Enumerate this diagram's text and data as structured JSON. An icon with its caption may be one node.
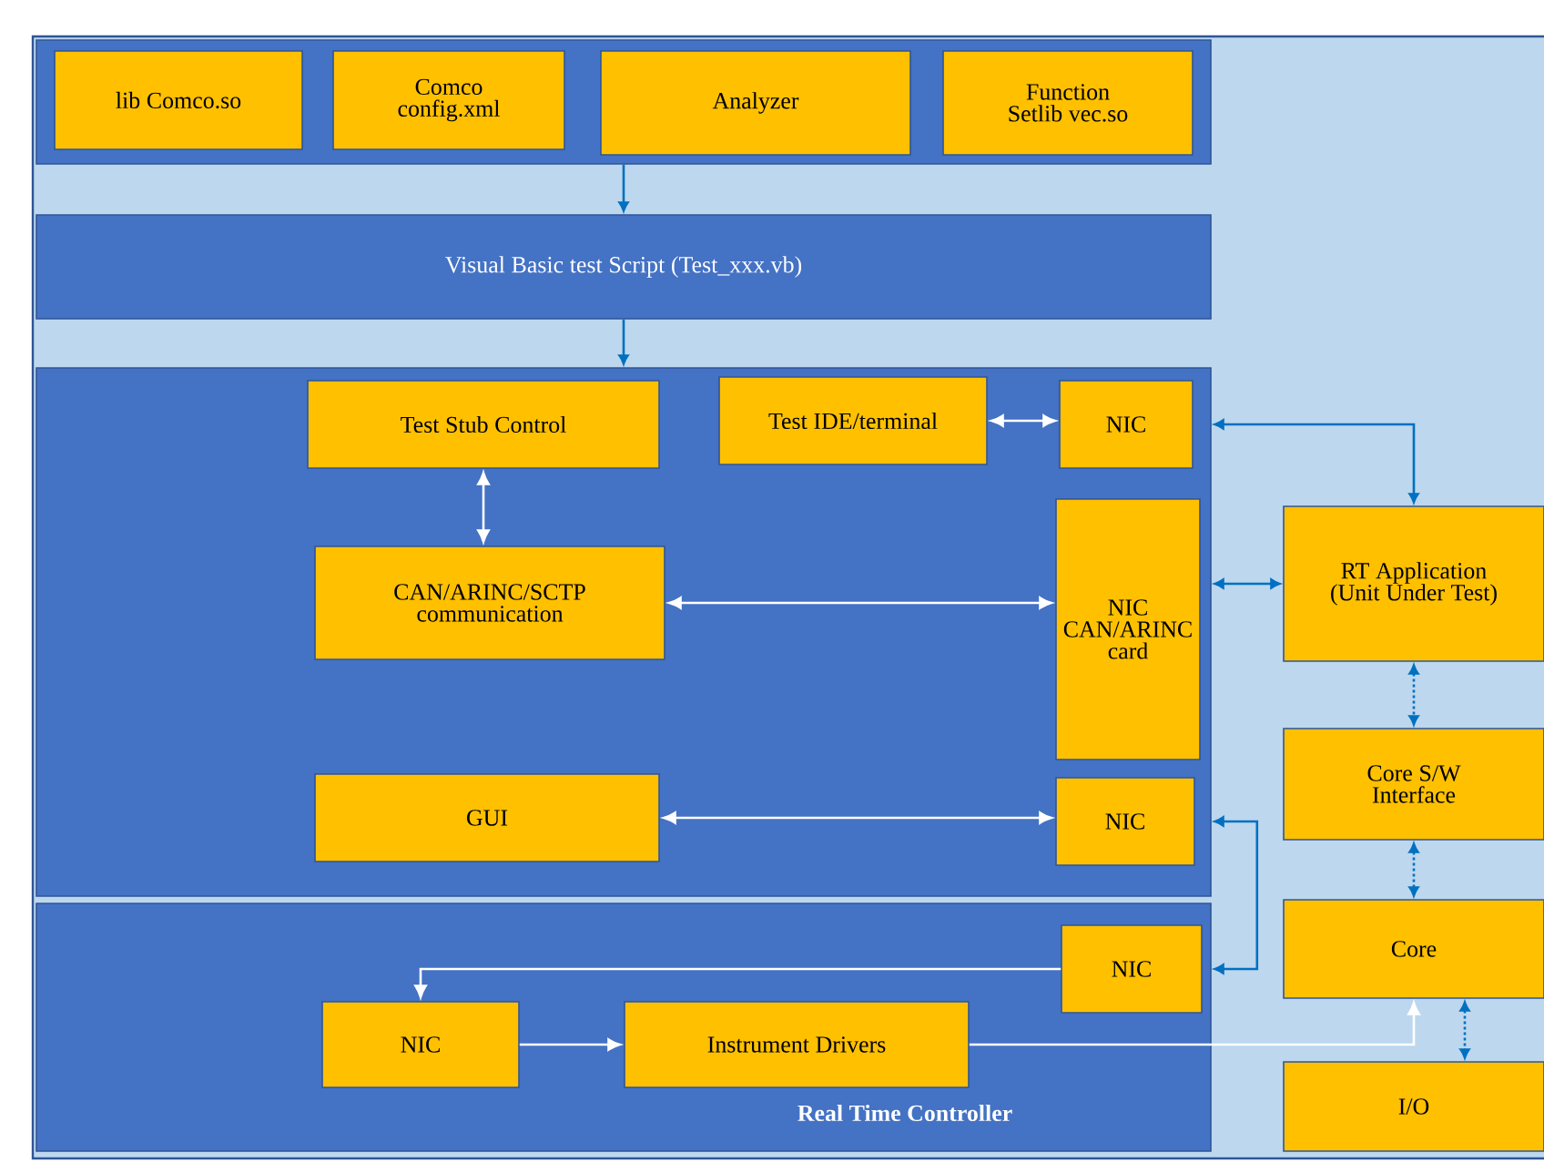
{
  "diagram": {
    "nodes": [
      {
        "text": [],
        "shape": "box"
      },
      {
        "text": [
          "lib Comco.so"
        ],
        "in": 0
      },
      {
        "text": [
          "Comco config.xml"
        ],
        "in": 0
      },
      {
        "text": [
          "Analyzer"
        ],
        "in": 0
      },
      {
        "text": [
          "Function Setlib vec.so"
        ],
        "in": 0
      },
      {
        "text": [
          "Visual Basic test Script (Test_xxx.vb)"
        ]
      },
      {
        "text": [],
        "shape": "box"
      },
      {
        "text": [
          "Test Stub Control"
        ],
        "in": 6
      },
      {
        "text": [
          "Test IDE/terminal"
        ],
        "in": 6
      },
      {
        "text": [
          "NIC"
        ],
        "in": 6
      },
      {
        "text": [
          "CAN/ARINC/SCTP communication"
        ],
        "in": 6
      },
      {
        "text": [
          "NIC CAN/ARINC card"
        ],
        "in": 6
      },
      {
        "text": [
          "GUI"
        ],
        "in": 6
      },
      {
        "text": [
          "NIC"
        ],
        "in": 6
      },
      {
        "text": [
          "Real Time Controller"
        ]
      },
      {
        "text": [
          "NIC"
        ],
        "in": 14
      },
      {
        "text": [
          "NIC"
        ],
        "in": 14
      },
      {
        "text": [
          "Instrument Drivers"
        ],
        "in": 14
      },
      {
        "text": [
          "RT Application (Unit Under Test)"
        ]
      },
      {
        "text": [
          "Core S/W Interface"
        ]
      },
      {
        "text": [
          "Core"
        ]
      },
      {
        "text": [
          "I/O"
        ]
      }
    ],
    "edges": [
      {
        "from": 0,
        "to": 5,
        "arrow": "to"
      },
      {
        "from": 5,
        "to": 6,
        "arrow": "to"
      },
      {
        "from": 8,
        "to": 9,
        "arrow": "both",
        "color": "#ffffff"
      },
      {
        "from": 7,
        "to": 10,
        "arrow": "both",
        "color": "#ffffff"
      },
      {
        "from": 10,
        "to": 11,
        "arrow": "both",
        "color": "#ffffff"
      },
      {
        "from": 12,
        "to": 13,
        "arrow": "both",
        "color": "#ffffff"
      },
      {
        "from": 9,
        "to": 18,
        "arrow": "both"
      },
      {
        "from": 11,
        "to": 18,
        "arrow": "both"
      },
      {
        "from": 18,
        "to": 19,
        "arrow": "both",
        "style": "dashed"
      },
      {
        "from": 19,
        "to": 20,
        "arrow": "both",
        "style": "dashed"
      },
      {
        "from": 13,
        "to": 15,
        "arrow": "both"
      },
      {
        "from": 15,
        "to": 16,
        "arrow": "to",
        "color": "#ffffff"
      },
      {
        "from": 16,
        "to": 17,
        "arrow": "to",
        "color": "#ffffff"
      },
      {
        "from": 17,
        "to": 20,
        "arrow": "to",
        "color": "#ffffff"
      },
      {
        "from": 20,
        "to": 21,
        "arrow": "both",
        "style": "dashed"
      }
    ]
  }
}
